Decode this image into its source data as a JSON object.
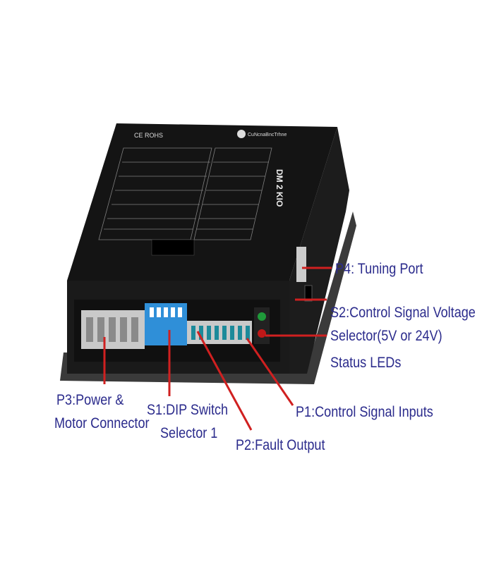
{
  "device": {
    "certification_text": "CE ROHS",
    "brand_logo_text": "CuNcnaBncTrhne",
    "model_text": "DM 2 KIO"
  },
  "labels": {
    "p4": "P4: Tuning Port",
    "s2_line1": "S2:Control Signal Voltage",
    "s2_line2": "Selector(5V or 24V)",
    "status_leds": "Status LEDs",
    "p1": "P1:Control Signal Inputs",
    "p2": "P2:Fault Output",
    "p3_line1": "P3:Power &",
    "p3_line2": "Motor Connector",
    "s1_line1": "S1:DIP Switch",
    "s1_line2": "Selector 1"
  },
  "colors": {
    "label": "#2b2b8c",
    "leader": "#d02020",
    "led_green": "#1f9a3a",
    "led_red": "#c01818",
    "dip_blue": "#2f8fd8",
    "connector_grey": "#c9c9c9"
  }
}
